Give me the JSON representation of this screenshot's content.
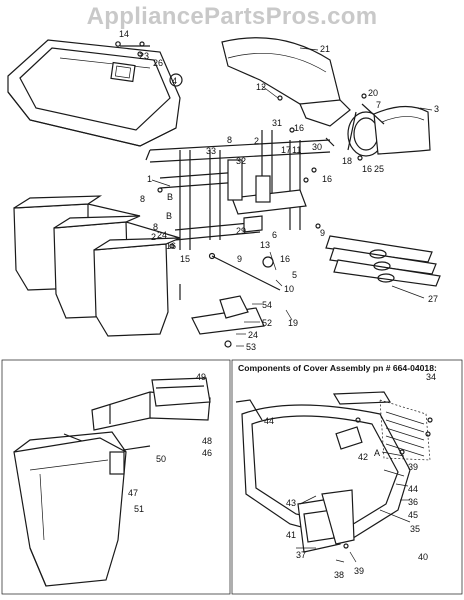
{
  "watermark": "AppliancePartsPros.com",
  "cover_panel_title": "Components of Cover Assembly pn # 664-04018:",
  "callouts": {
    "c1": "1",
    "c2a": "2",
    "c2b": "2",
    "c3": "3",
    "c4": "4",
    "c5": "5",
    "c6": "6",
    "c7": "7",
    "c8a": "8",
    "c8b": "8",
    "c8c": "8",
    "c9a": "9",
    "c9b": "9",
    "c10": "10",
    "c11": "11",
    "c12": "12",
    "c13": "13",
    "c14": "14",
    "c15": "15",
    "c16a": "16",
    "c16b": "16",
    "c16c": "16",
    "c16d": "16",
    "c16e": "16",
    "c17": "17",
    "c18": "18",
    "c19": "19",
    "c20": "20",
    "c21": "21",
    "c23": "23",
    "c24a": "24",
    "c24b": "24",
    "c25": "25",
    "c26": "26",
    "c27": "27",
    "c29": "29",
    "c30": "30",
    "c31": "31",
    "c32": "32",
    "c33": "33",
    "c34": "34",
    "c35": "35",
    "c36": "36",
    "c37": "37",
    "c38": "38",
    "c39a": "39",
    "c39b": "39",
    "c40": "40",
    "c41": "41",
    "c42": "42",
    "c43": "43",
    "c44a": "44",
    "c44b": "44",
    "c45": "45",
    "c46": "46",
    "c47": "47",
    "c48": "48",
    "c49": "49",
    "c50": "50",
    "c51": "51",
    "c52": "52",
    "c53": "53",
    "c54": "54",
    "lblA": "A",
    "lblB1": "B",
    "lblB2": "B"
  }
}
